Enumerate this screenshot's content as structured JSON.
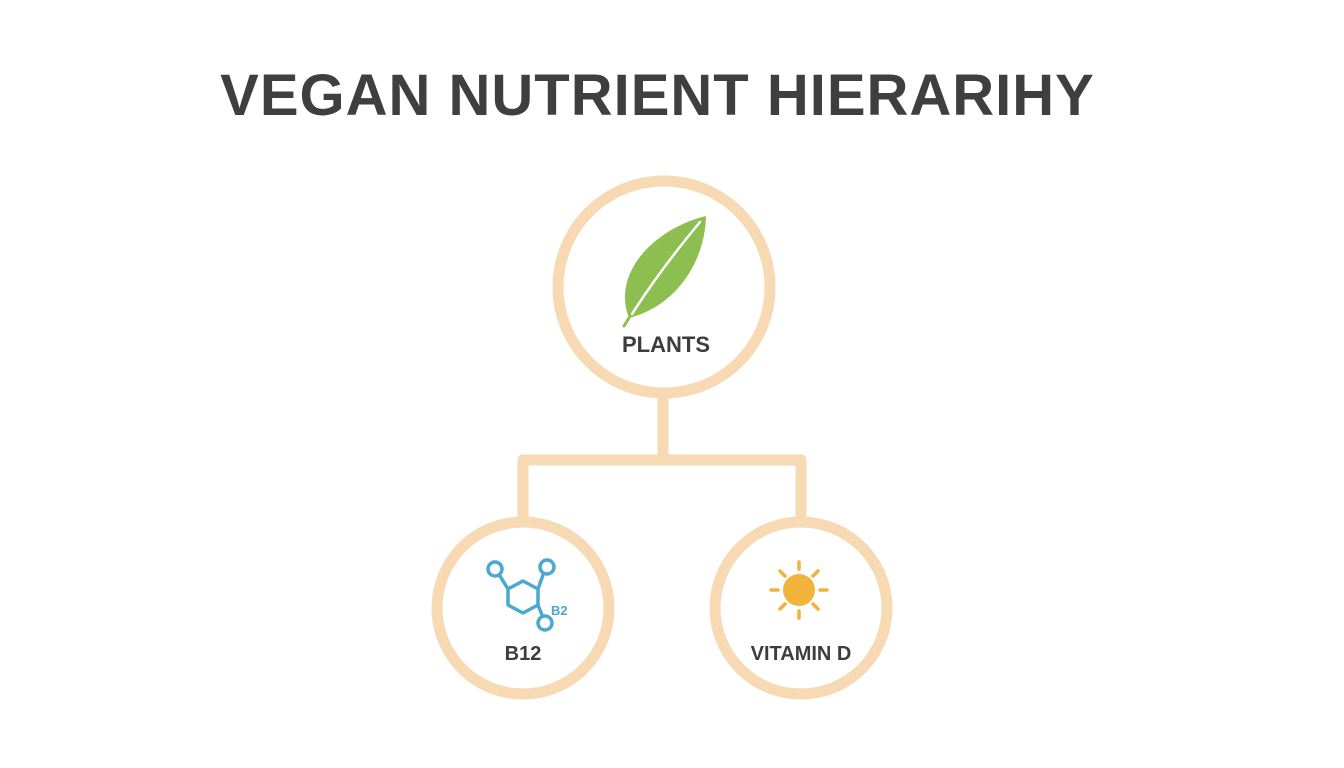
{
  "title": "VEGAN NUTRIENT HIERARIHY",
  "colors": {
    "ring": "#f7d9b3",
    "connector": "#f7d9b3",
    "title_text": "#3f3f3f",
    "label_text": "#3d3d3d",
    "leaf": "#8cbf4f",
    "molecule": "#4aa9cf",
    "sun": "#f1b33a"
  },
  "nodes": {
    "root": {
      "label": "PLANTS",
      "icon": "leaf-icon"
    },
    "left": {
      "label": "B12",
      "icon": "molecule-icon",
      "icon_text": "B2"
    },
    "right": {
      "label": "VITAMIN D",
      "icon": "sun-icon"
    }
  }
}
